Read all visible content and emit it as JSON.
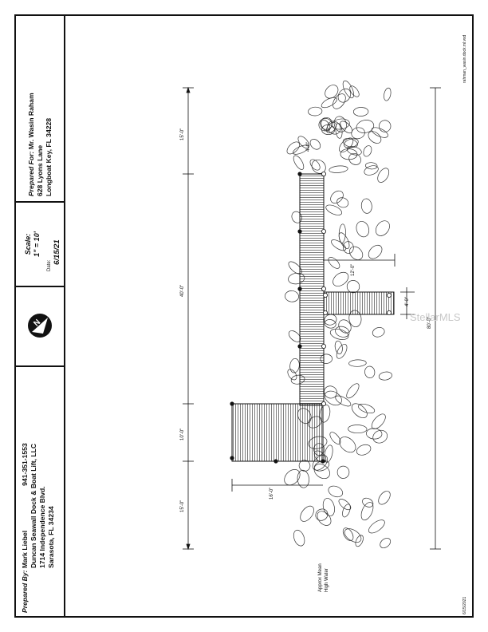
{
  "prepared_by": {
    "label": "Prepared By:",
    "name": "Mark Liebel",
    "phone": "941-351-1553",
    "company": "Duncan Seawall Dock & Boat Lift, LLC",
    "address": "1714 Independence Blvd.",
    "city": "Sarasota, FL  34234"
  },
  "scale": {
    "label": "Scale:",
    "value": "1\" = 10'",
    "date_label": "Date:",
    "date": "6/15/21"
  },
  "prepared_for": {
    "label": "Prepared For:",
    "name": "Mr. Wasin Raham",
    "address": "628 Lyons Lane",
    "city": "Longboat Key, FL 34228"
  },
  "dimensions": {
    "left_top": "15'-0\"",
    "left_mid": "40'-0\"",
    "left_low": "10'-0\"",
    "left_bottom": "15'-0\"",
    "overall": "80'-0\"",
    "top_offset": "4'-0\"",
    "walkway_width": "12'-0\"",
    "finger_width": "4'-0\"",
    "platform_depth": "16'-0\""
  },
  "annotations": {
    "mhw": "Approx Mean High Water",
    "file": "rahman_wasin.dock.ml.vsd",
    "print_date": "6/15/2021"
  },
  "watermark": "StellarMLS"
}
